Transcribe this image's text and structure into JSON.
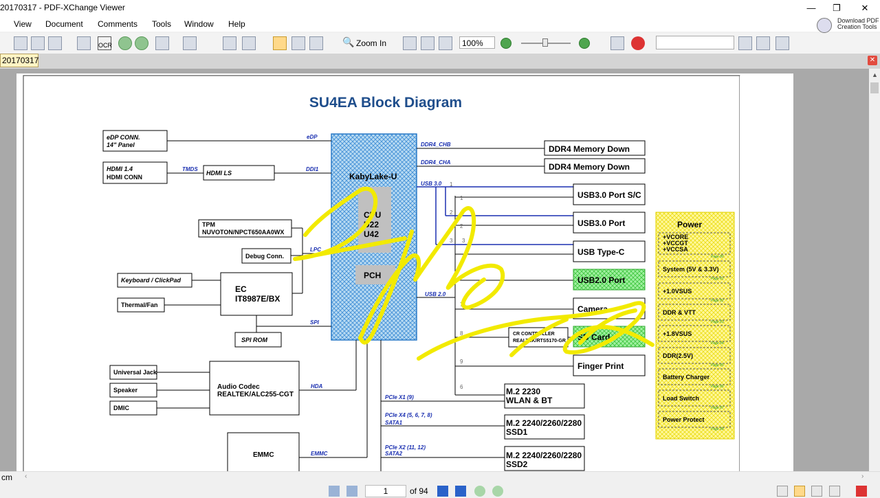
{
  "window": {
    "title": "20170317 - PDF-XChange Viewer",
    "min": "—",
    "restore": "❐",
    "close": "✕"
  },
  "menu": [
    "View",
    "Document",
    "Comments",
    "Tools",
    "Window",
    "Help"
  ],
  "download_pdf": {
    "line1": "Download PDF",
    "line2": "Creation Tools"
  },
  "toolbar": {
    "ocr": "OCR",
    "zoom_in": "Zoom In",
    "zoom_value": "100%"
  },
  "tab": {
    "label": "20170317",
    "close": "✕"
  },
  "diagram": {
    "title": "SU4EA Block Diagram",
    "cpu_block": "KabyLake-U",
    "cpu": [
      "CPU",
      "U22",
      "U42"
    ],
    "pch": "PCH",
    "left": {
      "edp_conn": [
        "eDP CONN.",
        "14\" Panel"
      ],
      "hdmi_conn": [
        "HDMI 1.4",
        "HDMI CONN"
      ],
      "hdmi_ls": "HDMI LS",
      "tpm": [
        "TPM",
        "NUVOTON/NPCT650AA0WX"
      ],
      "debug": "Debug Conn.",
      "keyboard": "Keyboard / ClickPad",
      "thermal": "Thermal/Fan",
      "ec": [
        "EC",
        "IT8987E/BX"
      ],
      "spi_rom": "SPI ROM",
      "universal_jack": "Universal Jack",
      "speaker": "Speaker",
      "dmic": "DMIC",
      "audio": [
        "Audio Codec",
        "REALTEK/ALC255-CGT"
      ],
      "emmc": "EMMC"
    },
    "signals": {
      "edp": "eDP",
      "tmds": "TMDS",
      "ddi1": "DDI1",
      "spi": "SPI",
      "hda": "HDA",
      "emmc": "EMMC",
      "lpc": "LPC",
      "ddr4_chb": "DDR4_CHB",
      "ddr4_cha": "DDR4_CHA",
      "usb30": "USB 3.0",
      "usb20": "USB 2.0",
      "pcie_x1": "PCIe X1 (9)",
      "pcie_x4": "PCIe X4 (5, 6, 7, 8)",
      "sata1": "SATA1",
      "pcie_x2": "PCIe X2 (11, 12)",
      "sata2": "SATA2"
    },
    "right": {
      "ddr_b": "DDR4 Memory Down",
      "ddr_a": "DDR4 Memory Down",
      "usb_sc": "USB3.0 Port S/C",
      "usb_port": "USB3.0 Port",
      "usb_c": "USB Type-C",
      "usb2": "USB2.0 Port",
      "camera": "Camera",
      "sd": "SD Card",
      "finger": "Finger Print",
      "cr": [
        "CR CONTROLLER",
        "REALTEK/RTS5170-GR"
      ],
      "wlan": [
        "M.2 2230",
        "WLAN & BT"
      ],
      "ssd1": [
        "M.2 2240/2260/2280",
        "SSD1"
      ],
      "ssd2": [
        "M.2 2240/2260/2280",
        "SSD2"
      ]
    },
    "port_numbers": [
      "1",
      "1",
      "2",
      "2",
      "3",
      "3",
      "7",
      "8",
      "9",
      "6"
    ],
    "power": {
      "title": "Power",
      "rails": [
        "+VCORE",
        "+VCCGT",
        "+VCCSA"
      ],
      "items": [
        "System (5V & 3.3V)",
        "+1.0VSUS",
        "DDR & VTT",
        "+1.8VSUS",
        "DDR(2.5V)",
        "Battery Charger",
        "Load Switch",
        "Power Protect"
      ],
      "pages": [
        "Page 80",
        "Page 81",
        "Page 82",
        "Page 83",
        "Page 84",
        "Page 85",
        "Page 86",
        "Page 87",
        "Page 88"
      ]
    }
  },
  "status": {
    "units": "cm"
  },
  "nav": {
    "page": "1",
    "of": "of 94"
  }
}
